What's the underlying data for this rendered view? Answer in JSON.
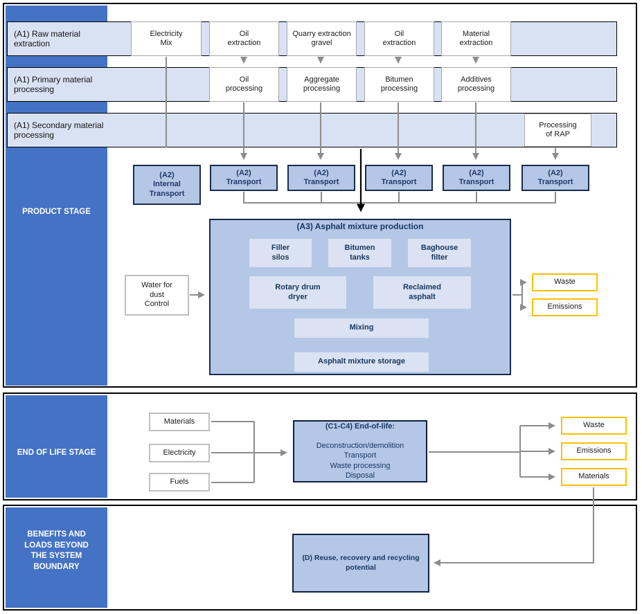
{
  "colors": {
    "sidebar_blue": "#4472C4",
    "band_fill": "#D9E2F3",
    "stage_box_fill": "#B4C7E7",
    "inner_box_fill": "#DAE2F3",
    "output_border_yellow": "#FFC000",
    "arrow_gray": "#8C8C8C",
    "arrow_black": "#000000",
    "dark_text": "#1F3864"
  },
  "sidebars": {
    "product": "PRODUCT STAGE",
    "eol": "END OF LIFE STAGE",
    "benefits": "BENEFITS AND\nLOADS BEYOND\nTHE SYSTEM\nBOUNDARY"
  },
  "bands": {
    "raw": "(A1) Raw material\nextraction",
    "primary": "(A1) Primary material\nprocessing",
    "secondary": "(A1) Secondary material\nprocessing"
  },
  "extraction": {
    "items": [
      "Electricity\nMix",
      "Oil\nextraction",
      "Quarry extraction\ngravel",
      "Oil\nextraction",
      "Material\nextraction"
    ]
  },
  "processing": {
    "items": [
      "Oil\nprocessing",
      "Aggregate\nprocessing",
      "Bitumen\nprocessing",
      "Additives\nprocessing"
    ],
    "rap": "Processing\nof RAP"
  },
  "transport": {
    "internal": "(A2)\nInternal\nTransport",
    "items": [
      "(A2)\nTransport",
      "(A2)\nTransport",
      "(A2)\nTransport",
      "(A2)\nTransport",
      "(A2)\nTransport"
    ]
  },
  "a3": {
    "title": "(A3) Asphalt mixture production",
    "units": [
      "Filler\nsilos",
      "Bitumen\ntanks",
      "Baghouse\nfilter",
      "Rotary drum\ndryer",
      "Reclaimed\nasphalt",
      "Mixing",
      "Asphalt mixture storage"
    ],
    "water": "Water for\ndust\nControl",
    "outputs": [
      "Waste",
      "Emissions"
    ]
  },
  "eol": {
    "inputs": [
      "Materials",
      "Electricity",
      "Fuels"
    ],
    "process": {
      "title": "(C1-C4) End-of-life:",
      "steps": "Deconstruction/demolition\nTransport\nWaste processing\nDisposal"
    },
    "outputs": [
      "Waste",
      "Emissions",
      "Materials"
    ]
  },
  "benefits": {
    "box": "(D) Reuse, recovery and recycling\npotential"
  }
}
